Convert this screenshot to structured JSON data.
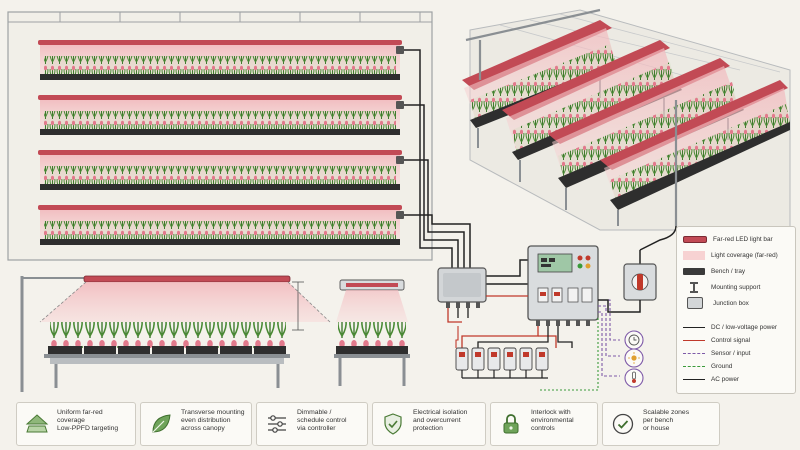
{
  "legend": {
    "items": [
      {
        "label": "Far-red LED light bar",
        "kind": "bar"
      },
      {
        "label": "Light coverage (far-red)",
        "kind": "coverage"
      },
      {
        "label": "Bench / tray",
        "kind": "bench"
      },
      {
        "label": "Mounting support",
        "kind": "mount"
      },
      {
        "label": "Junction box",
        "kind": "jbox"
      },
      {
        "label": "DC / low-voltage power",
        "kind": "line-solid"
      },
      {
        "label": "Control signal",
        "kind": "line-red"
      },
      {
        "label": "Sensor / input",
        "kind": "line-dash"
      },
      {
        "label": "Ground",
        "kind": "line-green"
      },
      {
        "label": "AC power",
        "kind": "line-ac"
      }
    ]
  },
  "features": [
    {
      "lines": [
        "Uniform far-red",
        "coverage",
        "Low-PPFD targeting"
      ],
      "icon": "canopy-icon"
    },
    {
      "lines": [
        "Transverse mounting",
        "even distribution",
        "across canopy"
      ],
      "icon": "leaf-icon"
    },
    {
      "lines": [
        "Dimmable /",
        "schedule control",
        "via controller"
      ],
      "icon": "sliders-icon"
    },
    {
      "lines": [
        "Electrical isolation",
        "and overcurrent",
        "protection"
      ],
      "icon": "shield-icon"
    },
    {
      "lines": [
        "Interlock with",
        "environmental",
        "controls"
      ],
      "icon": "lock-icon"
    },
    {
      "lines": [
        "Scalable zones",
        "per bench",
        "or house"
      ],
      "icon": "check-icon"
    }
  ],
  "colors": {
    "coverage": "#f4c6c6",
    "lightbar": "#c24a55",
    "plant": "#3f7a2e",
    "tulip": "#e27a8c",
    "bench": "#2e2e2e",
    "frame": "#8a8f93",
    "control_red": "#c0392b",
    "ground_green": "#3a9a3a",
    "sensor_purple": "#7e5aa8"
  }
}
